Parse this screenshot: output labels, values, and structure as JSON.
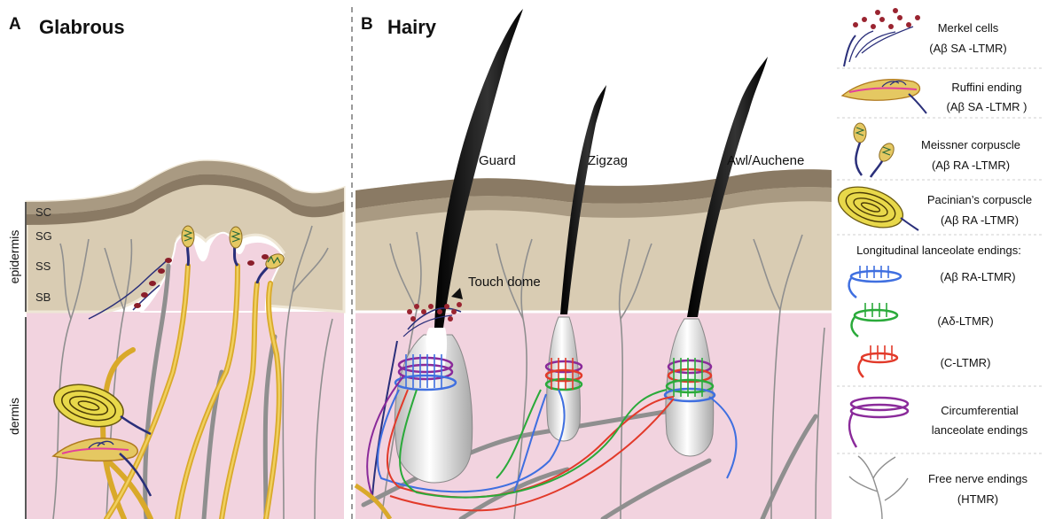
{
  "panels": {
    "a": {
      "letter": "A",
      "title": "Glabrous"
    },
    "b": {
      "letter": "B",
      "title": "Hairy"
    }
  },
  "layers": {
    "sc": "SC",
    "sg": "SG",
    "ss": "SS",
    "sb": "SB"
  },
  "regions": {
    "epidermis": "epidermis",
    "dermis": "dermis"
  },
  "hairs": {
    "guard": "Guard",
    "zigzag": "Zigzag",
    "awl": "Awl/Auchene"
  },
  "touch_dome": "Touch dome",
  "legend": {
    "merkel": {
      "l1": "Merkel cells",
      "l2": "(Aβ SA -LTMR)"
    },
    "ruffini": {
      "l1": "Ruffini ending",
      "l2": "(Aβ SA  -LTMR )"
    },
    "meissner": {
      "l1": "Meissner corpuscle",
      "l2": "(Aβ RA -LTMR)"
    },
    "pacinian": {
      "l1": "Pacinian’s corpuscle",
      "l2": "(Aβ RA  -LTMR)"
    },
    "longitudinal": {
      "header": "Longitudinal lanceolate endings:",
      "ab": "(Aβ RA-LTMR)",
      "ad": "(Aδ-LTMR)",
      "c": "(C-LTMR)"
    },
    "circumferential": {
      "l1": "Circumferential",
      "l2": "lanceolate endings"
    },
    "free": {
      "l1": "Free nerve endings",
      "l2": "(HTMR)"
    }
  },
  "colors": {
    "dermis": "#f2d3df",
    "epidermis": "#d9ccb3",
    "sg_layer": "#b3a48b",
    "sc_layer": "#8a7a64",
    "nerve_yellow": "#e6c23a",
    "nerve_gray": "#8f8f8f",
    "navy": "#2a2f7a",
    "blue": "#3f6fe0",
    "green": "#2aaa3a",
    "red": "#e23a2a",
    "purple": "#8a2a9a",
    "merkel": "#9a2430"
  }
}
